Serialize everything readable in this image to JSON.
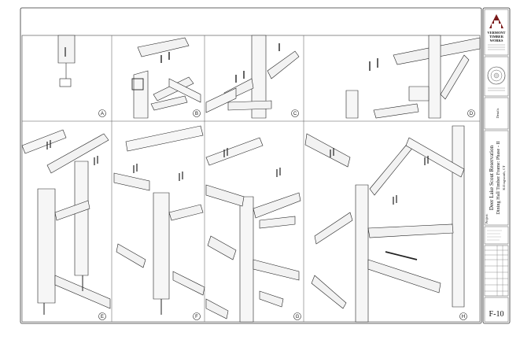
{
  "title_block": {
    "company_line1": "VERMONT",
    "company_line2": "TIMBER",
    "company_line3": "WORKS",
    "section_label": "Details",
    "project_label": "Project:",
    "project_name_line1": "Deer Lake Scout Reservation",
    "project_name_line2": "Dining Hall Timber Frame: Phase - II",
    "project_location": "Killingworth, CT",
    "sheet_number": "F-10"
  },
  "panels": [
    {
      "id": "A",
      "label": "A"
    },
    {
      "id": "B",
      "label": "B"
    },
    {
      "id": "C",
      "label": "C"
    },
    {
      "id": "D",
      "label": "D"
    },
    {
      "id": "E",
      "label": "E"
    },
    {
      "id": "F",
      "label": "F"
    },
    {
      "id": "G",
      "label": "G"
    },
    {
      "id": "H",
      "label": "H"
    }
  ]
}
